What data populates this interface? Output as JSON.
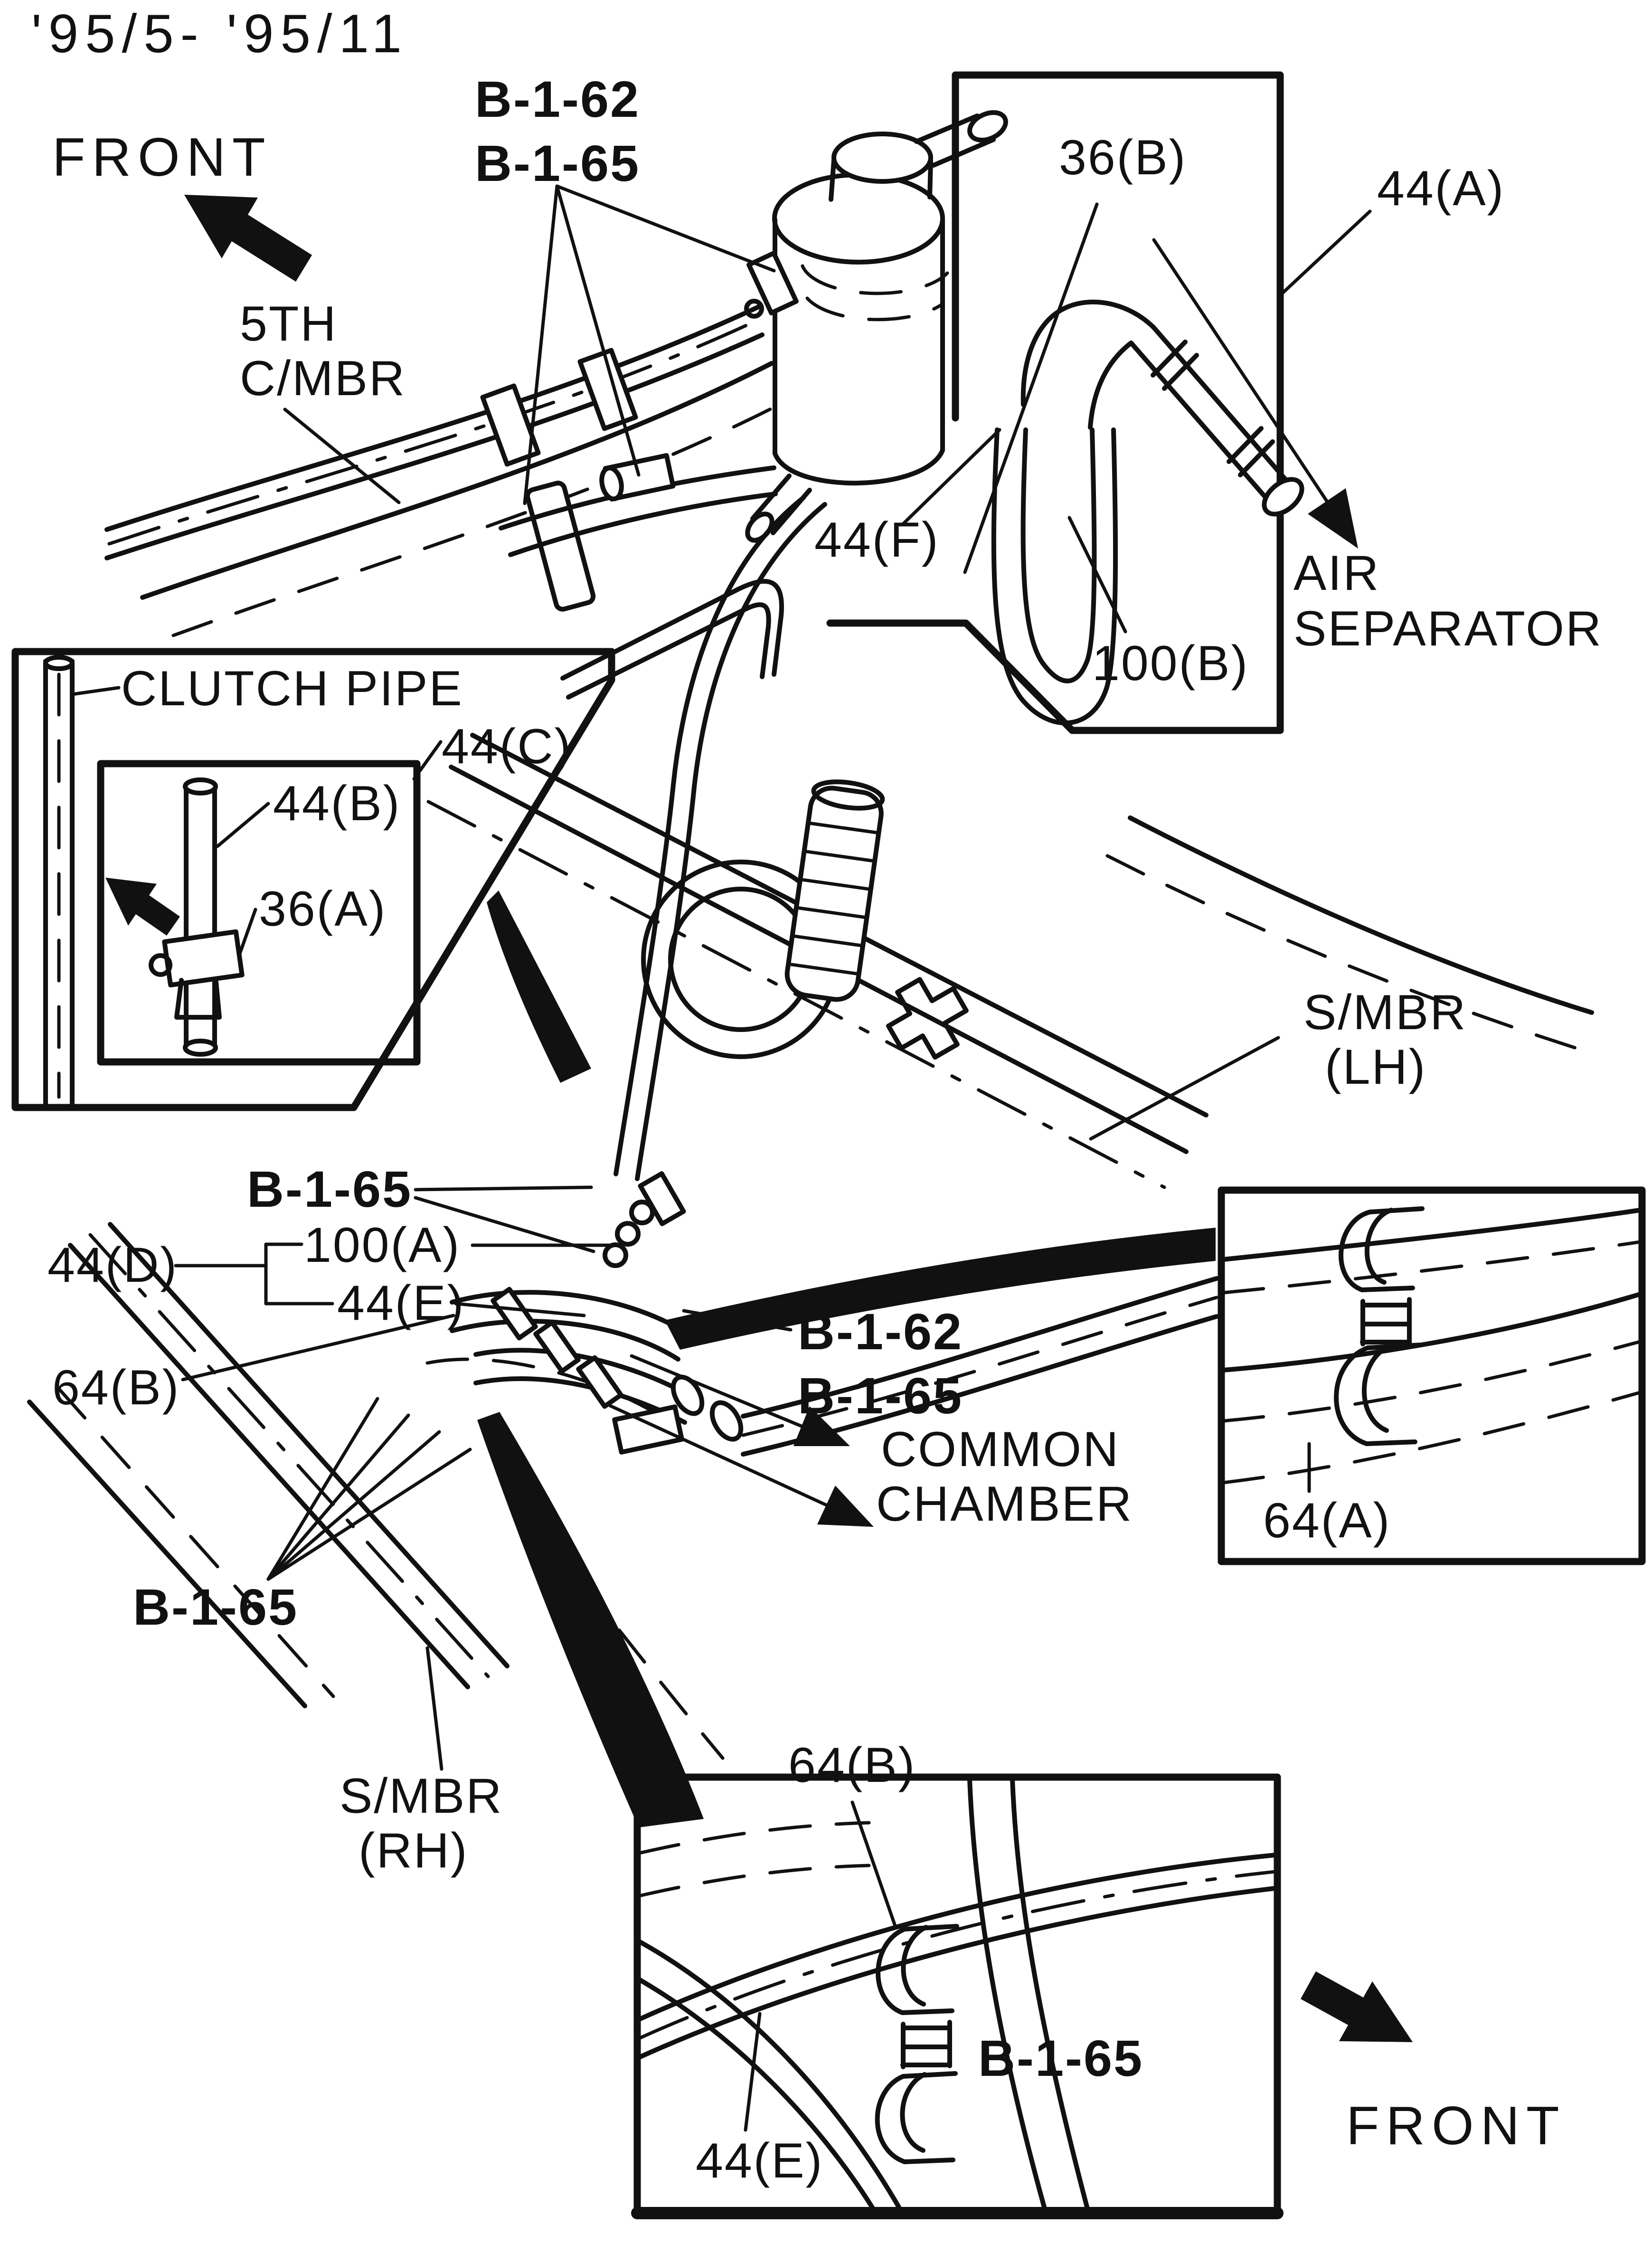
{
  "document": {
    "type": "vehicle piping parts diagram",
    "applicability": "'95/5- '95/11"
  },
  "colors": {
    "ink": "#111111",
    "paper": "#ffffff"
  },
  "labels": {
    "date_range": "'95/5- '95/11",
    "front_top": "FRONT",
    "front_bottom": "FRONT",
    "ref_top_1": "B-1-62",
    "ref_top_2": "B-1-65",
    "crossmember_line1": "5TH",
    "crossmember_line2": "C/MBR",
    "clamp_36b": "36(B)",
    "hose_44a": "44(A)",
    "hose_44f": "44(F)",
    "joint_100b": "100(B)",
    "air_separator_line1": "AIR",
    "air_separator_line2": "SEPARATOR",
    "clutch_pipe": "CLUTCH PIPE",
    "hose_44c": "44(C)",
    "hose_44b": "44(B)",
    "clamp_36a": "36(A)",
    "side_member_lh_line1": "S/MBR",
    "side_member_lh_line2": "(LH)",
    "ref_mid_left": "B-1-65",
    "hose_44d": "44(D)",
    "joint_100a": "100(A)",
    "hose_44e_mid": "44(E)",
    "clamp_64b_mid": "64(B)",
    "ref_mid_right_1": "B-1-62",
    "ref_mid_right_2": "B-1-65",
    "common_chamber_line1": "COMMON",
    "common_chamber_line2": "CHAMBER",
    "clamp_64a": "64(A)",
    "ref_lower_left": "B-1-65",
    "side_member_rh_line1": "S/MBR",
    "side_member_rh_line2": "(RH)",
    "clamp_64b_inset": "64(B)",
    "ref_inset": "B-1-65",
    "hose_44e_inset": "44(E)"
  },
  "icons": {
    "front_arrow_top": "thick arrow pointing up-left",
    "front_arrow_bottom": "thick arrow pointing down-right",
    "clutch_inset_arrow": "thick arrow pointing up-left",
    "flow_arrow_1": "arrow pointing down-right to common chamber",
    "flow_arrow_2": "arrow pointing down-right to common chamber",
    "air_separator_arrow": "arrow pointing down-right to air separator"
  }
}
